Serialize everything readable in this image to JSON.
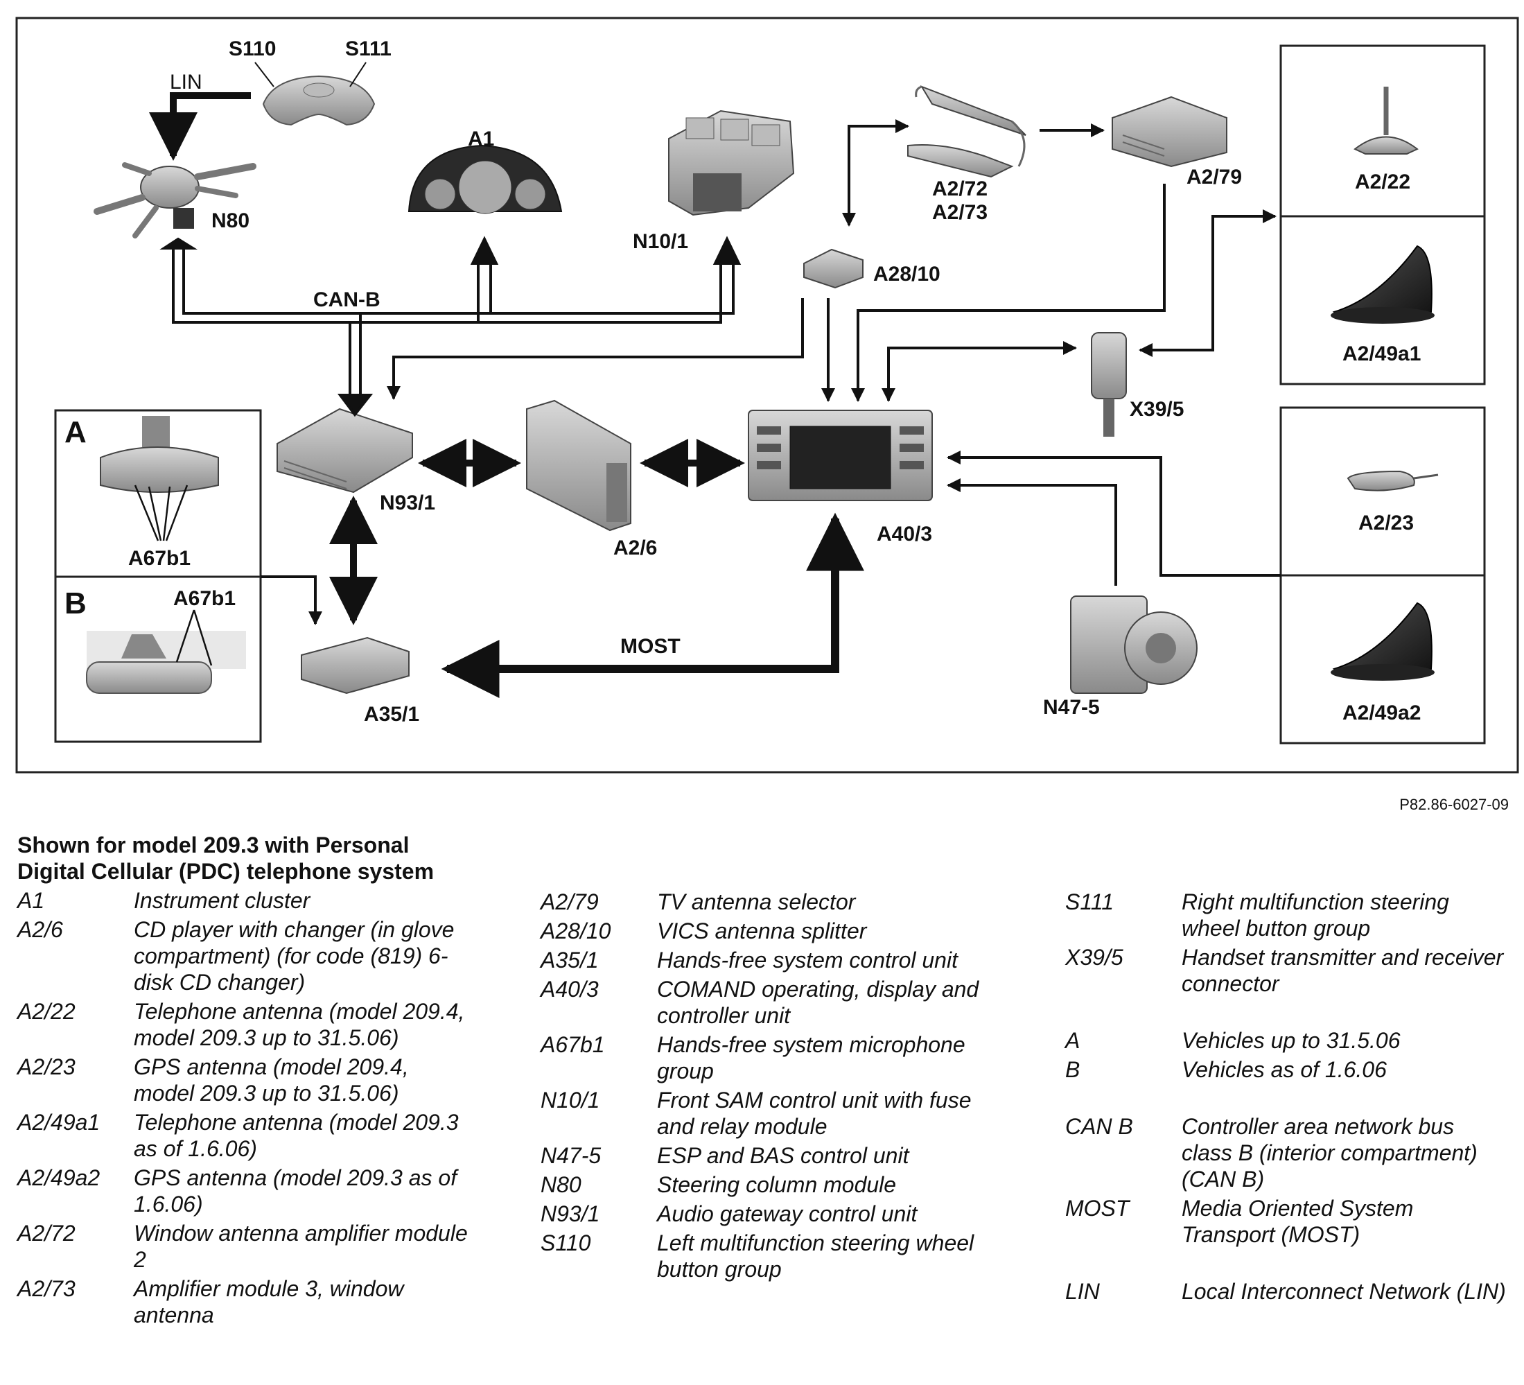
{
  "diagram": {
    "labels": {
      "s110": "S110",
      "s111": "S111",
      "lin": "LIN",
      "n80": "N80",
      "a1": "A1",
      "n10_1": "N10/1",
      "a2_72": "A2/72",
      "a2_73": "A2/73",
      "a2_79": "A2/79",
      "a2_22": "A2/22",
      "a2_49a1": "A2/49a1",
      "a28_10": "A28/10",
      "can_b": "CAN-B",
      "a": "A",
      "a67b1_a": "A67b1",
      "b": "B",
      "a67b1_b": "A67b1",
      "n93_1": "N93/1",
      "a2_6": "A2/6",
      "a40_3": "A40/3",
      "x39_5": "X39/5",
      "a2_23": "A2/23",
      "a35_1": "A35/1",
      "most": "MOST",
      "n47_5": "N47-5",
      "a2_49a2": "A2/49a2"
    },
    "figure_ref": "P82.86-6027-09"
  },
  "caption": {
    "line1": "Shown for model 209.3 with Personal",
    "line2": "Digital Cellular (PDC) telephone system"
  },
  "legend": {
    "col1": [
      {
        "code": "A1",
        "desc": "Instrument cluster"
      },
      {
        "code": "A2/6",
        "desc": "CD player with changer (in glove compartment) (for code (819) 6-disk CD changer)"
      },
      {
        "code": "A2/22",
        "desc": "Telephone antenna (model 209.4, model 209.3 up to 31.5.06)"
      },
      {
        "code": "A2/23",
        "desc": "GPS antenna (model 209.4, model 209.3 up to 31.5.06)"
      },
      {
        "code": "A2/49a1",
        "desc": "Telephone antenna (model 209.3 as of 1.6.06)"
      },
      {
        "code": "A2/49a2",
        "desc": "GPS antenna (model 209.3 as of 1.6.06)"
      },
      {
        "code": "A2/72",
        "desc": "Window antenna amplifier module 2"
      },
      {
        "code": "A2/73",
        "desc": "Amplifier module 3, window antenna"
      }
    ],
    "col2": [
      {
        "code": "A2/79",
        "desc": "TV antenna selector"
      },
      {
        "code": "A28/10",
        "desc": "VICS antenna splitter"
      },
      {
        "code": "A35/1",
        "desc": "Hands-free system control unit"
      },
      {
        "code": "A40/3",
        "desc": "COMAND operating, display and controller unit"
      },
      {
        "code": "A67b1",
        "desc": "Hands-free system microphone group"
      },
      {
        "code": "N10/1",
        "desc": "Front SAM control unit with fuse and relay module"
      },
      {
        "code": "N47-5",
        "desc": "ESP and BAS control unit"
      },
      {
        "code": "N80",
        "desc": "Steering column module"
      },
      {
        "code": "N93/1",
        "desc": "Audio gateway control unit"
      },
      {
        "code": "S110",
        "desc": "Left multifunction steering wheel button group"
      }
    ],
    "col3": [
      {
        "code": "S111",
        "desc": "Right multifunction steering wheel button group"
      },
      {
        "code": "X39/5",
        "desc": "Handset transmitter and receiver connector"
      },
      {
        "code": "A",
        "desc": "Vehicles up to 31.5.06"
      },
      {
        "code": "B",
        "desc": "Vehicles as of 1.6.06"
      },
      {
        "code": "CAN B",
        "desc": "Controller area network bus class B (interior compartment) (CAN B)"
      },
      {
        "code": "MOST",
        "desc": "Media Oriented System Transport (MOST)"
      },
      {
        "code": "LIN",
        "desc": "Local Interconnect Network (LIN)"
      }
    ]
  }
}
